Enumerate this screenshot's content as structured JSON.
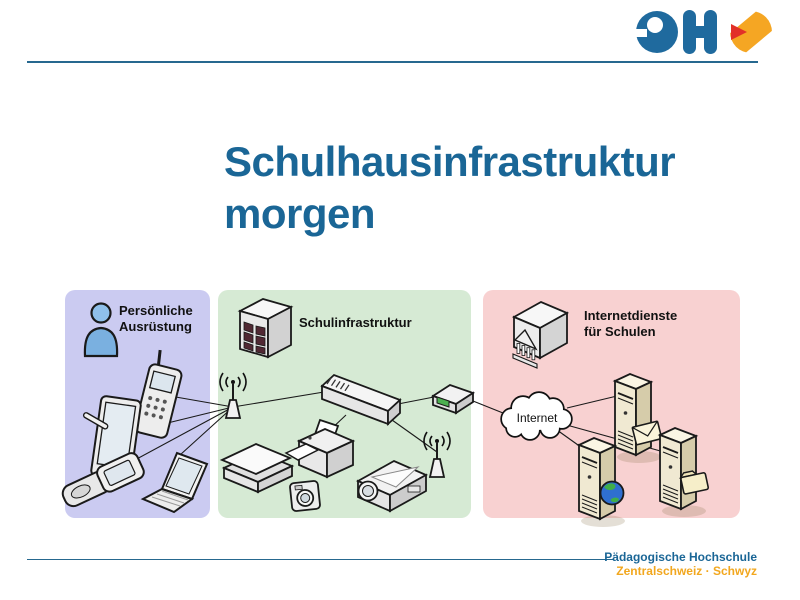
{
  "header": {
    "logo_text": "PHZ"
  },
  "title": {
    "line1": "Schulhausinfrastruktur",
    "line2": "morgen"
  },
  "diagram": {
    "panels": [
      {
        "id": "personal-equipment",
        "title_lines": [
          "Persönliche",
          "Ausrüstung"
        ],
        "bg": "#cbcbf1"
      },
      {
        "id": "school-infrastructure",
        "title_lines": [
          "Schulinfrastruktur"
        ],
        "bg": "#d6ead4"
      },
      {
        "id": "internet-services",
        "title_lines": [
          "Internetdienste",
          "für Schulen"
        ],
        "bg": "#f8d1d1"
      }
    ],
    "cloud_label": "Internet",
    "icons": [
      "person-icon",
      "mobile-phone-icon",
      "pda-icon",
      "flip-phone-icon",
      "laptop-icon",
      "school-building-icon",
      "wireless-antenna-icon",
      "network-switch-icon",
      "router-icon",
      "printer-icon",
      "scanner-icon",
      "camera-icon",
      "projector-icon",
      "wireless-antenna-icon",
      "bank-building-icon",
      "internet-cloud",
      "mail-server-icon",
      "web-server-icon",
      "file-server-icon"
    ]
  },
  "footer": {
    "line1": "Pädagogische Hochschule",
    "line2": "Zentralschweiz · Schwyz"
  },
  "colors": {
    "accent_blue": "#1a6696",
    "brand_orange": "#f5a623",
    "brand_red": "#e23028",
    "panel_purple": "#cbcbf1",
    "panel_green": "#d6ead4",
    "panel_pink": "#f8d1d1"
  }
}
